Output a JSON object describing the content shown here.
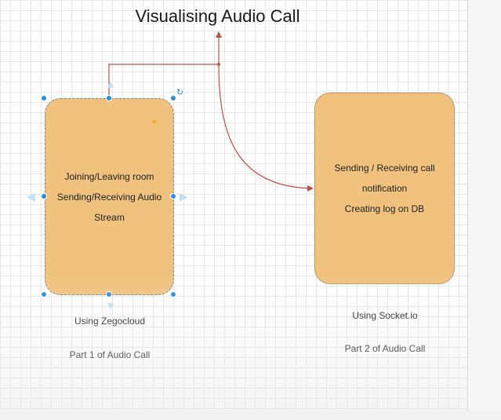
{
  "diagram": {
    "title": "Visualising Audio Call",
    "colors": {
      "box_fill": "#f0c27e",
      "connector": "#c0504d",
      "selection": "#2a8fdc"
    },
    "left_box": {
      "lines": [
        "Joining/Leaving room",
        "Sending/Receiving Audio",
        "Stream"
      ],
      "tool": "Using Zegocloud",
      "part": "Part 1 of Audio Call"
    },
    "right_box": {
      "lines": [
        "Sending / Receiving call",
        "notification",
        "Creating log on DB"
      ],
      "tool": "Using Socket.io",
      "part": "Part 2 of Audio Call"
    }
  }
}
